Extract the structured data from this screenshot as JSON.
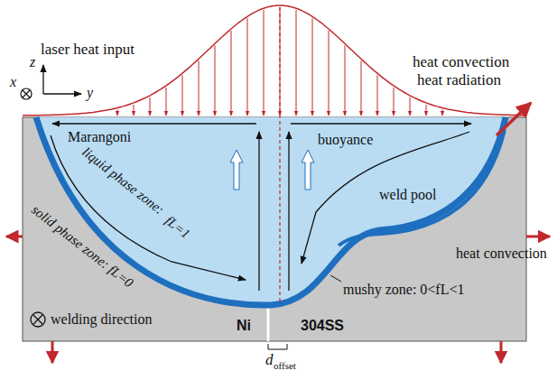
{
  "diagram": {
    "labels": [
      "laser heat input",
      "z",
      "x",
      "y",
      "heat convection",
      "heat radiation",
      "Marangoni",
      "liquid phase zone:",
      "fL=1",
      "solid phase zone: fL=0",
      "buoyance",
      "weld pool",
      "heat convection",
      "mushy zone: 0<fL<1",
      "welding direction",
      "Ni",
      "304SS",
      "d",
      "offset"
    ]
  }
}
